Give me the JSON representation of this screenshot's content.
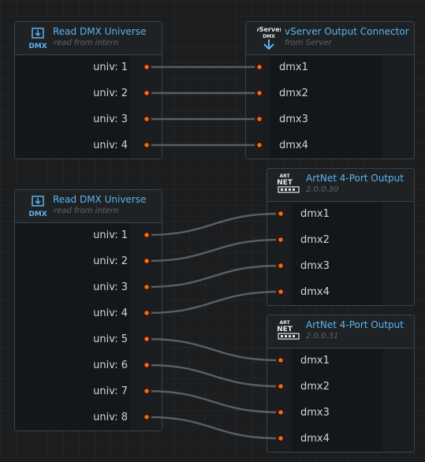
{
  "nodes": {
    "read1": {
      "title": "Read DMX Universe",
      "subtitle": "read from intern",
      "icon_text": "DMX",
      "outputs": [
        "univ: 1",
        "univ: 2",
        "univ: 3",
        "univ: 4"
      ]
    },
    "vserver": {
      "title": "vServer Output Connector",
      "subtitle": "from Server",
      "icon_text_top": "vServer",
      "icon_text_bottom": "DMX",
      "inputs": [
        "dmx1",
        "dmx2",
        "dmx3",
        "dmx4"
      ]
    },
    "read2": {
      "title": "Read DMX Universe",
      "subtitle": "read from intern",
      "icon_text": "DMX",
      "outputs": [
        "univ: 1",
        "univ: 2",
        "univ: 3",
        "univ: 4",
        "univ: 5",
        "univ: 6",
        "univ: 7",
        "univ: 8"
      ]
    },
    "artnet1": {
      "title": "ArtNet 4-Port Output",
      "subtitle": "2.0.0.30",
      "icon_text_top": "ART",
      "icon_text_bottom": "NET",
      "inputs": [
        "dmx1",
        "dmx2",
        "dmx3",
        "dmx4"
      ]
    },
    "artnet2": {
      "title": "ArtNet 4-Port Output",
      "subtitle": "2.0.0.31",
      "icon_text_top": "ART",
      "icon_text_bottom": "NET",
      "inputs": [
        "dmx1",
        "dmx2",
        "dmx3",
        "dmx4"
      ]
    }
  },
  "connections": [
    {
      "from": "read1 univ: 1",
      "to": "vServer Output Connector dmx1"
    },
    {
      "from": "read1 univ: 2",
      "to": "vServer Output Connector dmx2"
    },
    {
      "from": "read1 univ: 3",
      "to": "vServer Output Connector dmx3"
    },
    {
      "from": "read1 univ: 4",
      "to": "vServer Output Connector dmx4"
    },
    {
      "from": "read2 univ: 1",
      "to": "ArtNet 2.0.0.30 dmx1"
    },
    {
      "from": "read2 univ: 2",
      "to": "ArtNet 2.0.0.30 dmx2"
    },
    {
      "from": "read2 univ: 3",
      "to": "ArtNet 2.0.0.30 dmx3"
    },
    {
      "from": "read2 univ: 4",
      "to": "ArtNet 2.0.0.30 dmx4"
    },
    {
      "from": "read2 univ: 5",
      "to": "ArtNet 2.0.0.31 dmx1"
    },
    {
      "from": "read2 univ: 6",
      "to": "ArtNet 2.0.0.31 dmx2"
    },
    {
      "from": "read2 univ: 7",
      "to": "ArtNet 2.0.0.31 dmx3"
    },
    {
      "from": "read2 univ: 8",
      "to": "ArtNet 2.0.0.31 dmx4"
    }
  ],
  "colors": {
    "accent": "#5ab4ef",
    "port": "#f06a1a",
    "wire": "#5b5e61",
    "background": "#1b1d1f"
  }
}
